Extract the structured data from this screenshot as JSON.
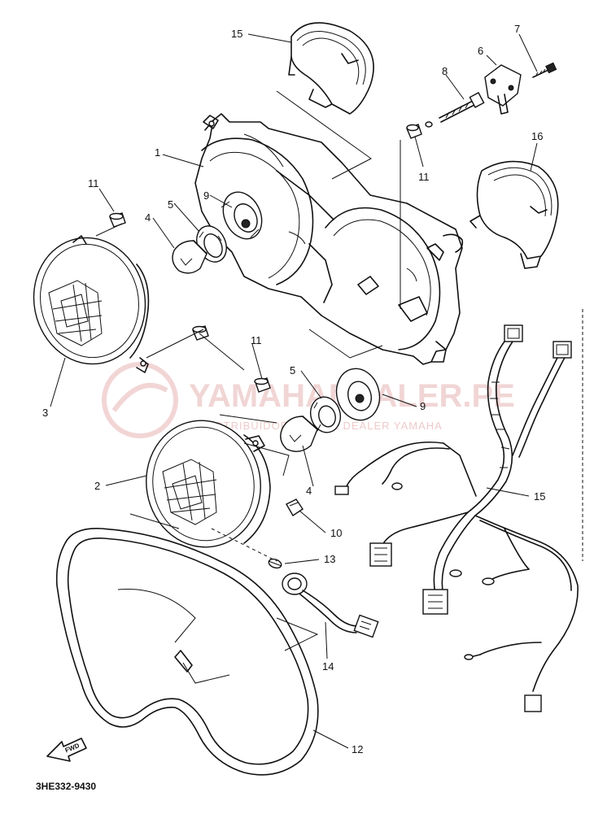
{
  "diagram": {
    "code": "3HE332-9430",
    "fwd_label": "FWD",
    "watermark": {
      "brand": "YAMAHADEALER.PE",
      "tagline": "DISTRIBUIDOR OFICIAL DEALER YAMAHA"
    },
    "callouts": [
      {
        "id": "c1",
        "label": "1"
      },
      {
        "id": "c2",
        "label": "2"
      },
      {
        "id": "c3",
        "label": "3"
      },
      {
        "id": "c4a",
        "label": "4"
      },
      {
        "id": "c4b",
        "label": "4"
      },
      {
        "id": "c5a",
        "label": "5"
      },
      {
        "id": "c5b",
        "label": "5"
      },
      {
        "id": "c6",
        "label": "6"
      },
      {
        "id": "c7",
        "label": "7"
      },
      {
        "id": "c8",
        "label": "8"
      },
      {
        "id": "c9a",
        "label": "9"
      },
      {
        "id": "c9b",
        "label": "9"
      },
      {
        "id": "c10",
        "label": "10"
      },
      {
        "id": "c11a",
        "label": "11"
      },
      {
        "id": "c11b",
        "label": "11"
      },
      {
        "id": "c11c",
        "label": "11"
      },
      {
        "id": "c12",
        "label": "12"
      },
      {
        "id": "c13",
        "label": "13"
      },
      {
        "id": "c14",
        "label": "14"
      },
      {
        "id": "c15a",
        "label": "15"
      },
      {
        "id": "c15b",
        "label": "15"
      },
      {
        "id": "c16",
        "label": "16"
      }
    ]
  }
}
